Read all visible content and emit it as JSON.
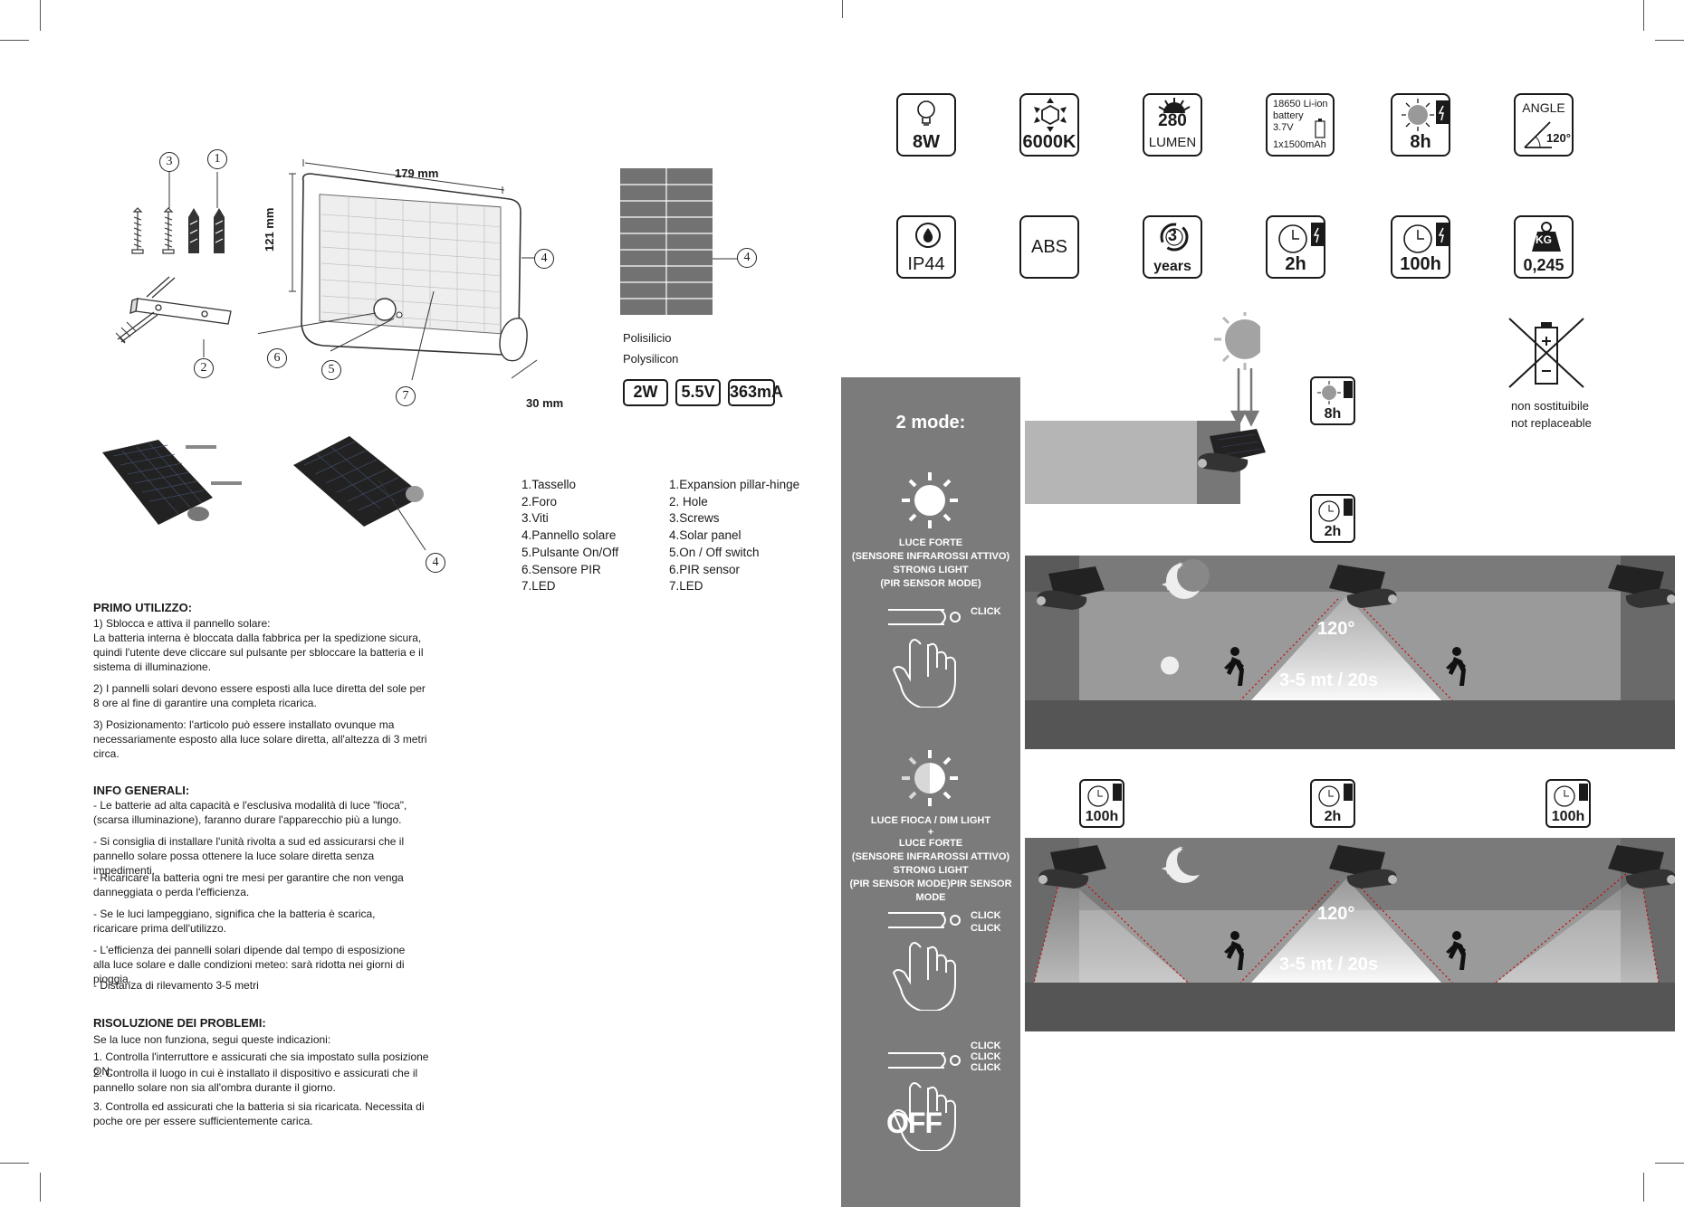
{
  "diagram": {
    "dim_width": "179 mm",
    "dim_height": "121 mm",
    "dim_depth": "30 mm",
    "callouts": [
      "1",
      "2",
      "3",
      "4",
      "5",
      "6",
      "7"
    ]
  },
  "panel": {
    "material_it": "Polisilicio",
    "material_en": "Polysilicon",
    "badges": [
      "2W",
      "5.5V",
      "363mA"
    ]
  },
  "parts_it": [
    "1.Tassello",
    "2.Foro",
    "3.Viti",
    "4.Pannello solare",
    "5.Pulsante On/Off",
    "6.Sensore PIR",
    "7.LED"
  ],
  "parts_en": [
    "1.Expansion pillar-hinge",
    "2. Hole",
    "3.Screws",
    "4.Solar panel",
    "5.On / Off switch",
    "6.PIR sensor",
    "7.LED"
  ],
  "first_use": {
    "title": "PRIMO UTILIZZO:",
    "p1_head": "1) Sblocca e attiva il pannello solare:",
    "p1": "La batteria interna è bloccata dalla fabbrica per la spedizione sicura, quindi l'utente deve cliccare sul pulsante per sbloccare la batteria e il sistema di illuminazione.",
    "p2": "2) I pannelli solari devono essere esposti alla luce diretta del sole per 8 ore al fine di garantire una completa ricarica.",
    "p3": "3) Posizionamento: l'articolo può essere installato ovunque ma necessariamente esposto alla luce solare diretta, all'altezza di 3 metri circa."
  },
  "general_info": {
    "title": "INFO GENERALI:",
    "items": [
      "- Le batterie ad alta capacità e l'esclusiva modalità di luce \"fioca\", (scarsa illuminazione), faranno durare l'apparecchio più a lungo.",
      "- Si consiglia di installare l'unità rivolta a sud ed assicurarsi che il pannello solare possa ottenere la luce solare diretta senza impedimenti.",
      "- Ricaricare la batteria ogni tre mesi per garantire che non venga danneggiata o perda l'efficienza.",
      "- Se le luci lampeggiano, significa che la batteria è scarica, ricaricare prima dell'utilizzo.",
      "- L'efficienza dei pannelli solari dipende dal tempo di esposizione alla luce solare e dalle condizioni meteo: sarà ridotta nei giorni di pioggia.",
      "- Distanza di rilevamento 3-5 metri"
    ]
  },
  "troubleshooting": {
    "title": "RISOLUZIONE DEI PROBLEMI:",
    "intro": "Se la luce non funziona, segui queste indicazioni:",
    "items": [
      "1. Controlla l'interruttore e assicurati che sia impostato sulla posizione ON.",
      "2. Controlla il luogo in cui è installato il dispositivo e assicurati che il pannello solare non sia all'ombra durante il giorno.",
      "3. Controlla ed assicurati che la batteria si sia ricaricata. Necessita di poche ore per essere sufficientemente carica."
    ]
  },
  "specs": {
    "watt": "8W",
    "color_temp": "6000K",
    "lumen_value": "280",
    "lumen_unit": "LUMEN",
    "battery_l1": "18650 Li-ion",
    "battery_l2": "battery",
    "battery_l3": "3.7V",
    "battery_l4": "1x1500mAh",
    "charge_time": "8h",
    "angle_label": "ANGLE",
    "angle_value": "120°",
    "ip": "IP44",
    "material": "ABS",
    "warranty_num": "3",
    "warranty_unit": "years",
    "runtime_strong": "2h",
    "runtime_dim": "100h",
    "weight_unit": "KG",
    "weight": "0,245",
    "battery_note_it": "non sostituibile",
    "battery_note_en": "not replaceable"
  },
  "modes": {
    "title": "2 mode:",
    "strong_lines": [
      "LUCE FORTE",
      "(SENSORE INFRAROSSI ATTIVO)",
      "STRONG LIGHT",
      "(PIR SENSOR MODE)"
    ],
    "dim_lines": [
      "LUCE FIOCA / DIM LIGHT",
      "+",
      "LUCE FORTE",
      "(SENSORE INFRAROSSI ATTIVO)",
      "STRONG LIGHT",
      "(PIR SENSOR MODE)PIR SENSOR MODE"
    ],
    "click": "CLICK",
    "off": "OFF"
  },
  "scenes": {
    "sun_time": "8h",
    "scene1_time": "2h",
    "scene2_times": [
      "100h",
      "2h",
      "100h"
    ],
    "angle": "120°",
    "range": "3-5 mt / 20s"
  }
}
